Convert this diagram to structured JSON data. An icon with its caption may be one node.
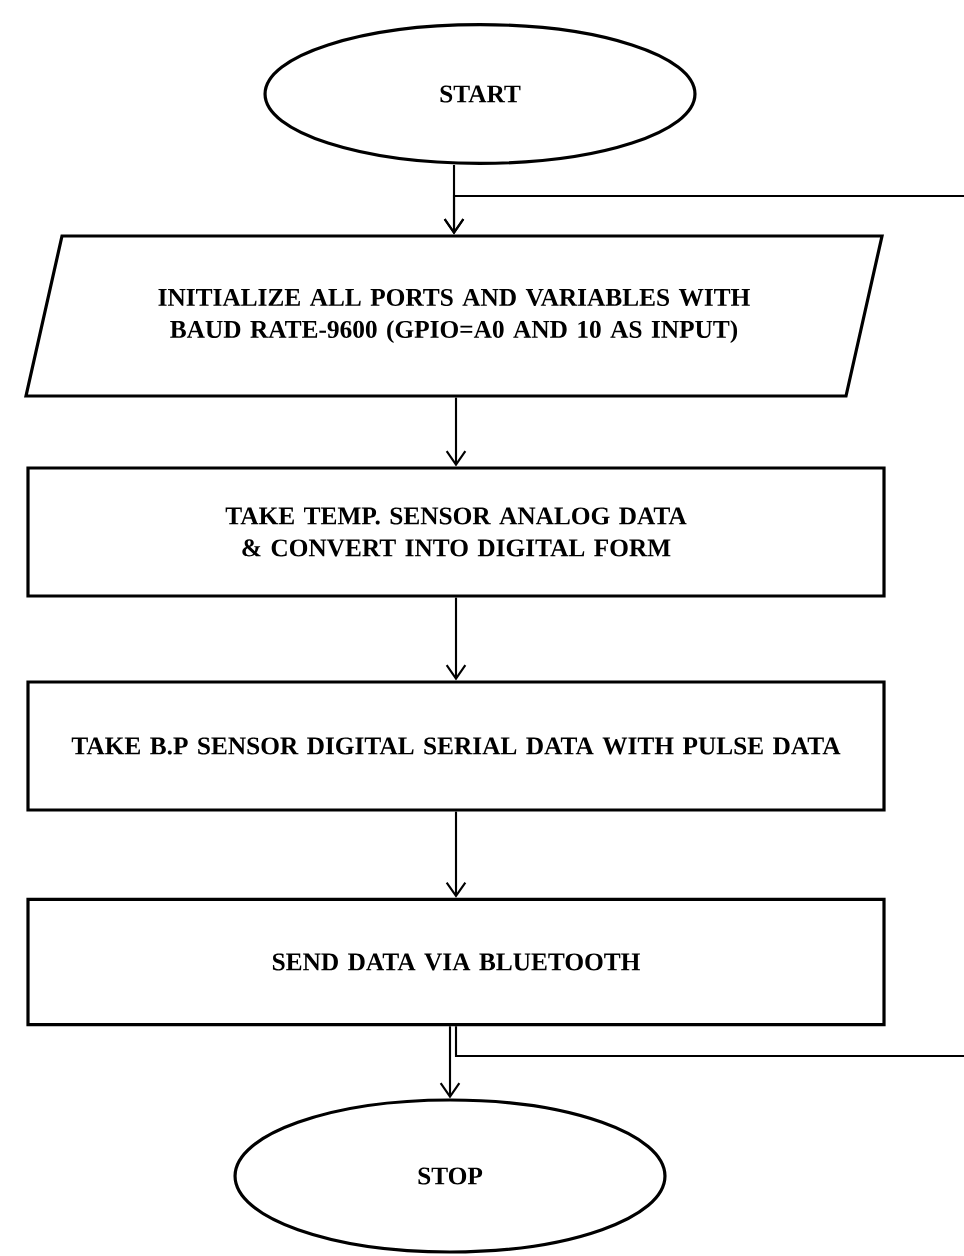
{
  "diagram": {
    "nodes": [
      {
        "text": [
          "START"
        ]
      },
      {
        "text": [
          "INITIALIZE ALL PORTS AND VARIABLES WITH BAUD RATE-9600 (GPIO=A0 AND 10 AS INPUT)"
        ]
      },
      {
        "text": [
          "TAKE TEMP. SENSOR ANALOG DATA & CONVERT INTO DIGITAL FORM"
        ]
      },
      {
        "text": [
          "TAKE B.P SENSOR DIGITAL SERIAL DATA WITH PULSE DATA"
        ]
      },
      {
        "text": [
          "SEND DATA VIA BLUETOOTH"
        ]
      },
      {
        "text": [
          "STOP"
        ]
      }
    ],
    "edges": [
      {
        "from": 0,
        "to": 1,
        "arrow": "to"
      },
      {
        "from": null,
        "to": 1,
        "arrow": "to"
      },
      {
        "from": 1,
        "to": 2,
        "arrow": "to"
      },
      {
        "from": 2,
        "to": 3,
        "arrow": "to"
      },
      {
        "from": 3,
        "to": 4,
        "arrow": "to"
      },
      {
        "from": 4,
        "to": 5,
        "arrow": "to"
      },
      {
        "from": 4,
        "to": null,
        "arrow": "none"
      }
    ]
  }
}
